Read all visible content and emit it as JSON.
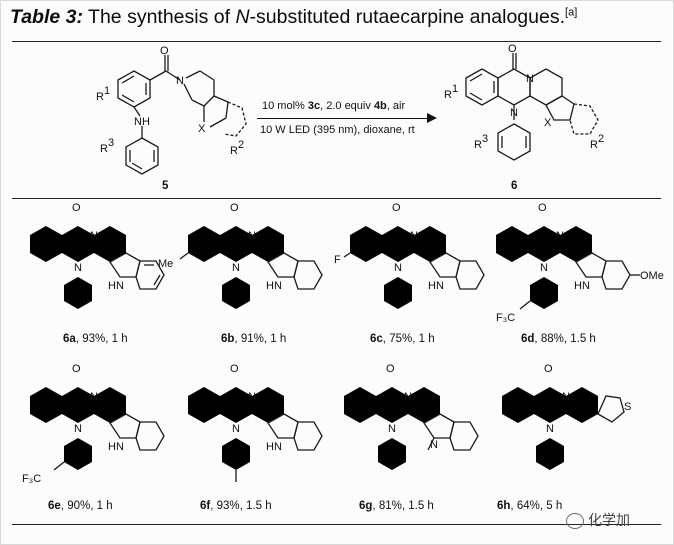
{
  "title": {
    "label": "Table 3:",
    "text_before": "The synthesis of ",
    "text_italic": "N",
    "text_after": "-substituted rutaecarpine analogues.",
    "footnote": "[a]"
  },
  "scheme": {
    "reactant_label": "5",
    "product_label": "6",
    "condition_line1": {
      "pre": "10 mol% ",
      "cat": "3c",
      "mid": ", 2.0 equiv ",
      "reagent": "4b",
      "post": ", air"
    },
    "condition_line2": "10 W LED (395 nm), dioxane, rt",
    "atoms": {
      "r1": "R",
      "r1_sup": "1",
      "nh": "NH",
      "r3": "R",
      "r3_sup": "3",
      "x": "X",
      "r2": "R",
      "r2_sup": "2",
      "o": "O",
      "n": "N"
    }
  },
  "compounds": [
    {
      "id": "6a",
      "yield": "93%",
      "time": "1 h"
    },
    {
      "id": "6b",
      "yield": "91%",
      "time": "1 h"
    },
    {
      "id": "6c",
      "yield": "75%",
      "time": "1 h"
    },
    {
      "id": "6d",
      "yield": "88%",
      "time": "1.5 h"
    },
    {
      "id": "6e",
      "yield": "90%",
      "time": "1 h"
    },
    {
      "id": "6f",
      "yield": "93%",
      "time": "1.5 h"
    },
    {
      "id": "6g",
      "yield": "81%",
      "time": "1.5 h"
    },
    {
      "id": "6h",
      "yield": "64%",
      "time": "5 h"
    }
  ],
  "substituents": {
    "me": "Me",
    "f": "F",
    "ome": "OMe",
    "cf3": "F₃C",
    "hn": "HN",
    "n": "N",
    "s": "S",
    "o": "O"
  },
  "watermark": "化学加"
}
